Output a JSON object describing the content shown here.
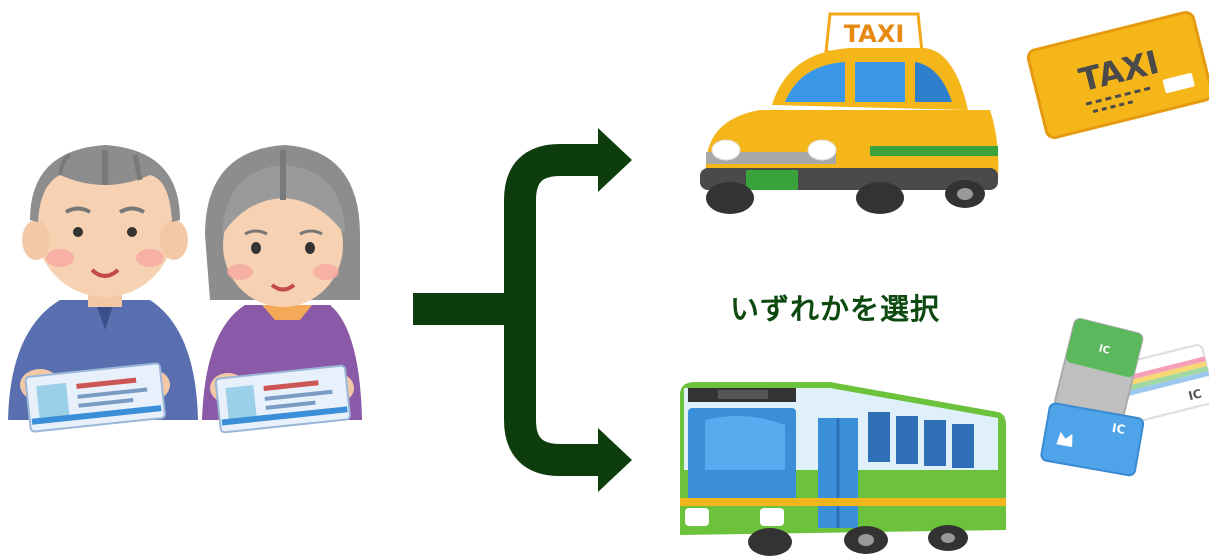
{
  "caption": "いずれかを選択",
  "taxi_sign": "TAXI",
  "taxi_card_text": "TAXI",
  "ic_card_label": "IC",
  "colors": {
    "arrow": "#0d3d0d",
    "caption": "#0e4a10",
    "taxi_body": "#f5b61a",
    "bus_green": "#6cc23a",
    "bus_blue": "#3a8fd8"
  },
  "icons": [
    "elderly-man-with-license-icon",
    "elderly-woman-with-license-icon",
    "branch-arrow-icon",
    "taxi-icon",
    "taxi-ticket-card-icon",
    "bus-icon",
    "ic-cards-icon"
  ]
}
